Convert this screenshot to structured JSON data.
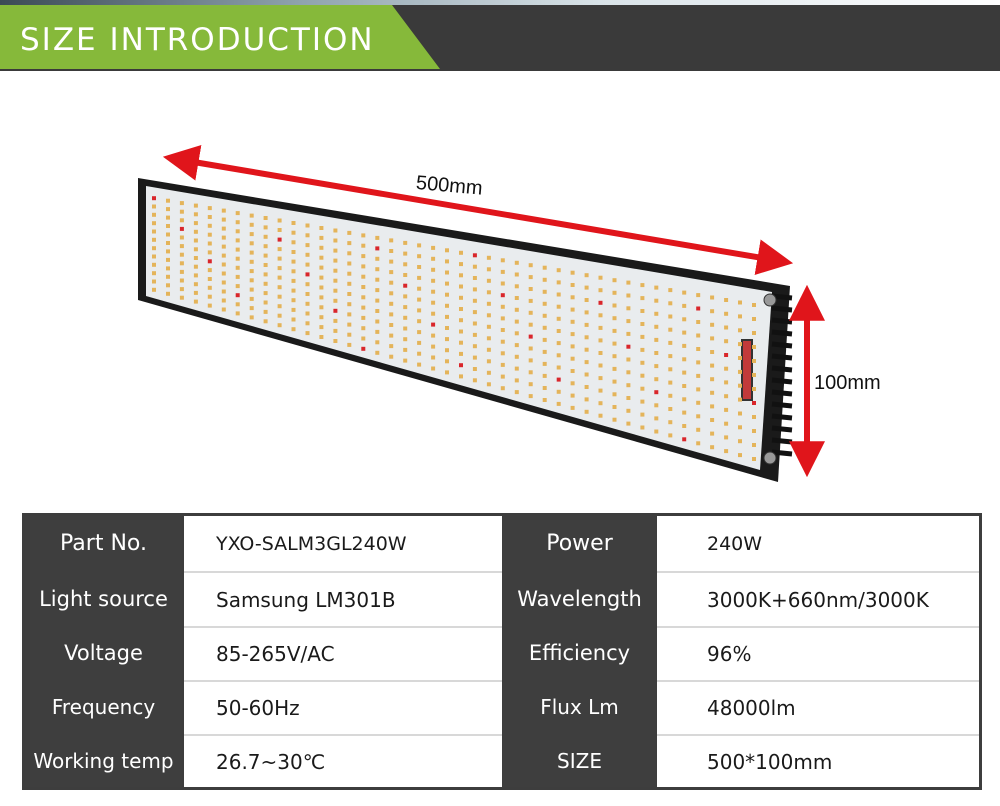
{
  "header": {
    "title": "SIZE INTRODUCTION"
  },
  "product": {
    "image_description_icon": "grow-light-board-image",
    "width_label": "500mm",
    "height_label": "100mm",
    "arrow_color": "#e0151b"
  },
  "specs": {
    "rows": [
      {
        "label_left": "Part No.",
        "value_left": "YXO-SALM3GL240W",
        "label_right": "Power",
        "value_right": "240W"
      },
      {
        "label_left": "Light source",
        "value_left": "Samsung LM301B",
        "label_right": "Wavelength",
        "value_right": "3000K+660nm/3000K"
      },
      {
        "label_left": "Voltage",
        "value_left": "85-265V/AC",
        "label_right": "Efficiency",
        "value_right": "96%"
      },
      {
        "label_left": "Frequency",
        "value_left": "50-60Hz",
        "label_right": "Flux Lm",
        "value_right": "48000lm"
      },
      {
        "label_left": "Working temp",
        "value_left": "26.7~30℃",
        "label_right": "SIZE",
        "value_right": "500*100mm"
      }
    ]
  },
  "colors": {
    "header_bar": "#3a3a3a",
    "header_tab": "#86b93a",
    "table_label_bg": "#3e3e3e"
  }
}
